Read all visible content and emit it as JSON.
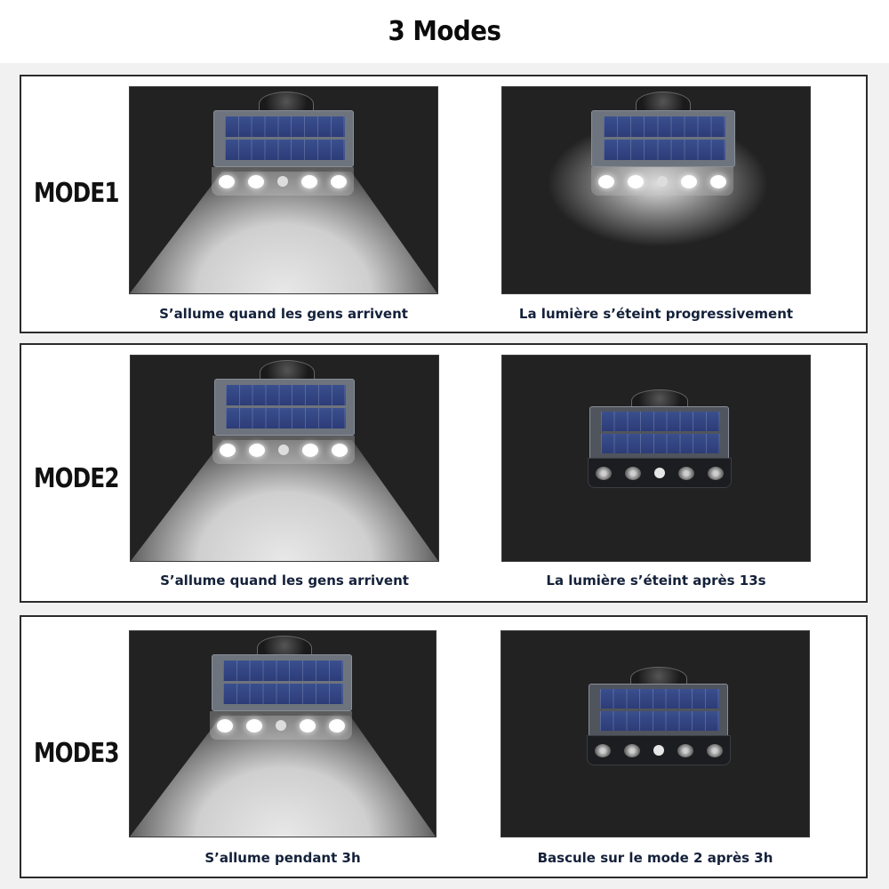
{
  "page": {
    "title": "3 Modes",
    "colors": {
      "page_background": "#f2f1f1",
      "panel_background": "#ffffff",
      "panel_border": "#2b2b2b",
      "photo_background": "#222222",
      "caption_text": "#14213a",
      "mode_label_text": "#111111",
      "solar_cells": "#34478a"
    }
  },
  "modes": [
    {
      "label": "MODE1",
      "left": {
        "caption": "S’allume quand les gens arrivent",
        "image": "solar-lamp-bright-beam"
      },
      "right": {
        "caption": "La lumière s’éteint progressivement",
        "image": "solar-lamp-soft-glow"
      }
    },
    {
      "label": "MODE2",
      "left": {
        "caption": "S’allume quand les gens arrivent",
        "image": "solar-lamp-bright-beam"
      },
      "right": {
        "caption": "La lumière s’éteint après 13s",
        "image": "solar-lamp-off"
      }
    },
    {
      "label": "MODE3",
      "left": {
        "caption": "S’allume pendant 3h",
        "image": "solar-lamp-bright-beam"
      },
      "right": {
        "caption": "Bascule sur le mode 2 après 3h",
        "image": "solar-lamp-off"
      }
    }
  ]
}
